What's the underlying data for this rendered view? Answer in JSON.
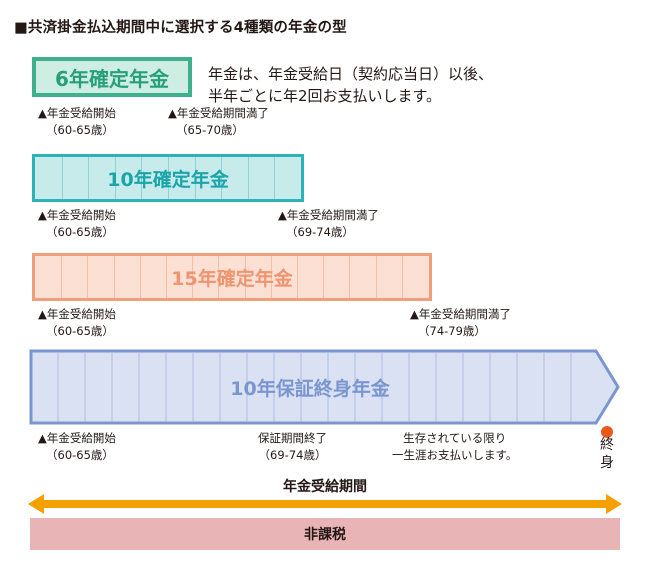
{
  "heading": "■共済掛金払込期間中に選択する4種類の年金の型",
  "plans": {
    "p6": {
      "label": "6年確定年金",
      "description": [
        "年金は、年金受給日（契約応当日）以後、",
        "半年ごとに年2回お支払いします。"
      ],
      "start": {
        "marker": "▲",
        "text": "年金受給開始",
        "ages": "（60-65歳）"
      },
      "end": {
        "marker": "▲",
        "text": "年金受給期間満了",
        "ages": "（65-70歳）"
      },
      "color": "#3fb08b"
    },
    "p10": {
      "label": "10年確定年金",
      "start": {
        "marker": "▲",
        "text": "年金受給開始",
        "ages": "（60-65歳）"
      },
      "end": {
        "marker": "▲",
        "text": "年金受給期間満了",
        "ages": "（69-74歳）"
      },
      "color": "#2cb2b7"
    },
    "p15": {
      "label": "15年確定年金",
      "start": {
        "marker": "▲",
        "text": "年金受給開始",
        "ages": "（60-65歳）"
      },
      "end": {
        "marker": "▲",
        "text": "年金受給期間満了",
        "ages": "（74-79歳）"
      },
      "color": "#ef9f7c"
    },
    "life": {
      "label": "10年保証終身年金",
      "start": {
        "marker": "▲",
        "text": "年金受給開始",
        "ages": "（60-65歳）"
      },
      "guarantee_end": {
        "text": "保証期間終了",
        "ages": "（69-74歳）"
      },
      "lifetime_note": [
        "生存されている限り",
        "一生涯お支払いします。"
      ],
      "end_label": [
        "終",
        "身"
      ],
      "color": "#7b96cf"
    }
  },
  "period_label": "年金受給期間",
  "tax_label": "非課税",
  "colors": {
    "arrow": "#f3a000",
    "end_dot": "#e85a1a",
    "tax_bar": "#e8b4b5"
  }
}
